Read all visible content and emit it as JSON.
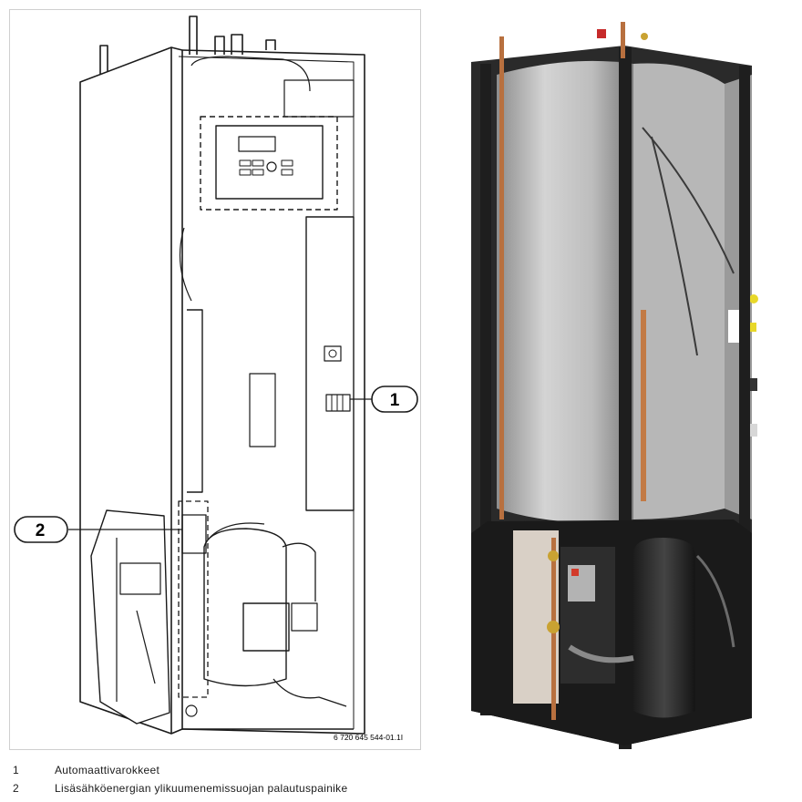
{
  "diagram": {
    "callouts": [
      "1",
      "2"
    ],
    "figure_code": "6 720 645 544-01.1I"
  },
  "legend": {
    "items": [
      {
        "number": "1",
        "text": "Automaattivarokkeet"
      },
      {
        "number": "2",
        "text": "Lisäsähköenergian ylikuumenemissuojan palautuspainike"
      }
    ]
  }
}
